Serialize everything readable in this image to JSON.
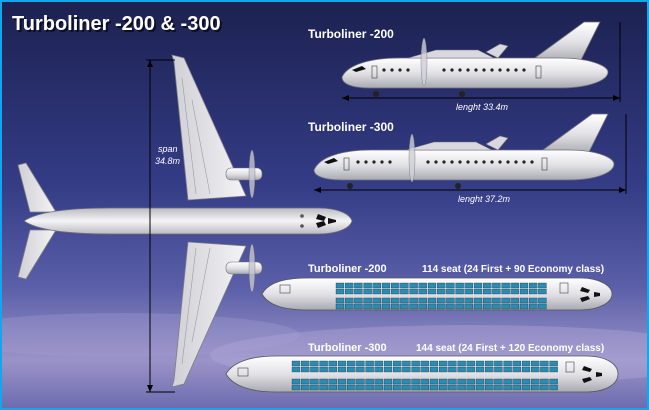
{
  "title": "Turboliner -200 & -300",
  "span_label": "span",
  "span_value": "34.8m",
  "side_views": [
    {
      "name": "Turboliner -200",
      "length_label": "lenght 33.4m"
    },
    {
      "name": "Turboliner -300",
      "length_label": "lenght 37.2m"
    }
  ],
  "seat_maps": [
    {
      "name": "Turboliner -200",
      "capacity": "114 seat (24 First + 90 Economy class)"
    },
    {
      "name": "Turboliner -300",
      "capacity": "144 seat (24 First + 120 Economy class)"
    }
  ],
  "colors": {
    "frame": "#11a7ee",
    "sky_top": "#1c2150",
    "sky_mid": "#3d4592",
    "sky_low": "#9a93c8",
    "fuselage": "#e6e6e8",
    "seat": "#2c8bb0"
  }
}
